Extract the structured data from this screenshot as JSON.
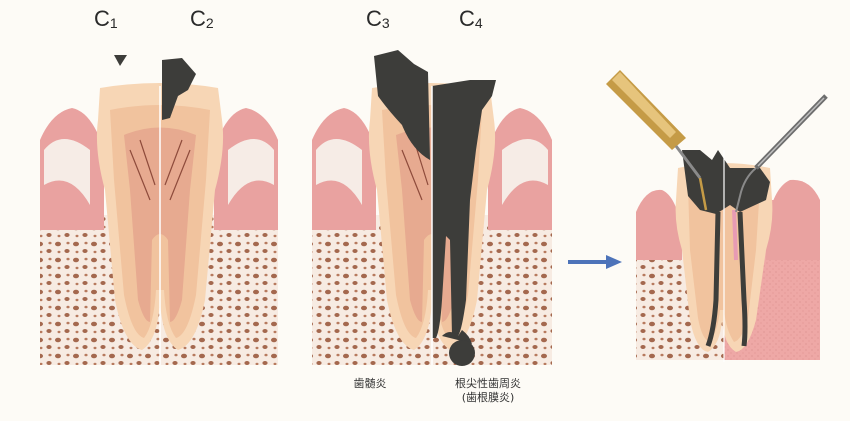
{
  "labels": {
    "c1": {
      "letter": "C",
      "num": "1"
    },
    "c2": {
      "letter": "C",
      "num": "2"
    },
    "c3": {
      "letter": "C",
      "num": "3"
    },
    "c4": {
      "letter": "C",
      "num": "4"
    }
  },
  "captions": {
    "pulpitis": "歯髄炎",
    "periodontitis": "根尖性歯周炎",
    "periodontitis_sub": "(歯根膜炎)"
  },
  "colors": {
    "gum": "#e9a2a0",
    "gum_dark": "#dc8a88",
    "bone_bg": "#f7ebe2",
    "bone_dot": "#a4684e",
    "enamel": "#f7d6b5",
    "dentin": "#f1c39e",
    "pulp": "#e7aa90",
    "pulp_vessel": "#8e4b3b",
    "decay": "#3d3d3a",
    "arrow": "#4d73b9",
    "tool_gold": "#c59b46"
  }
}
